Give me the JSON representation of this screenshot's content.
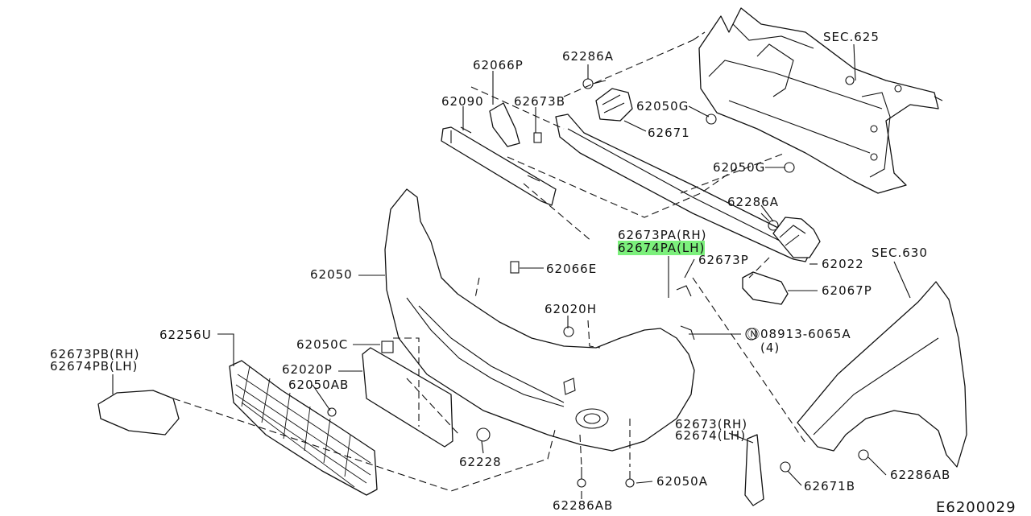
{
  "diagram_code": "E6200029",
  "highlight_color": "#7CF07C",
  "labels": {
    "sec625": "SEC.625",
    "p62286a_top": "62286A",
    "p62066p": "62066P",
    "p62090": "62090",
    "p62673b": "62673B",
    "p62050g_1": "62050G",
    "p62671": "62671",
    "p62050g_2": "62050G",
    "p62286a_mid": "62286A",
    "p62673pa_rh": "62673PA(RH)",
    "p62674pa_lh": "62674PA(LH)",
    "p62673p": "62673P",
    "p62022": "62022",
    "sec630": "SEC.630",
    "p62050": "62050",
    "p62066e": "62066E",
    "p62067p": "62067P",
    "p62020h": "62020H",
    "p08913": "08913-6065A",
    "p08913_qty": "(4)",
    "p62256u": "62256U",
    "p62050c": "62050C",
    "p62673pb_rh": "62673PB(RH)",
    "p62674pb_lh": "62674PB(LH)",
    "p62020p": "62020P",
    "p62050ab": "62050AB",
    "p62673_rh": "62673(RH)",
    "p62674_lh": "62674(LH)",
    "p62228": "62228",
    "p62286ab_right": "62286AB",
    "p62671b": "62671B",
    "p62050a": "62050A",
    "p62286ab_bottom": "62286AB"
  }
}
